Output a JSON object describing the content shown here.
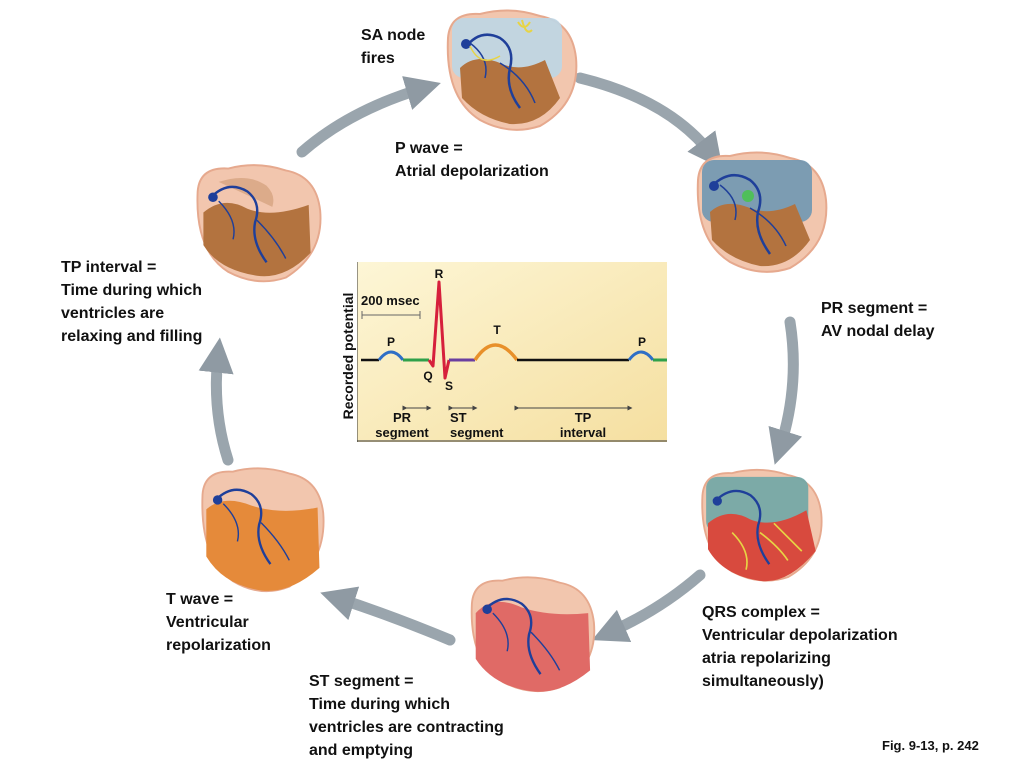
{
  "cycle_labels": {
    "sa_node": "SA node\nfires",
    "p_wave": "P wave =\nAtrial depolarization",
    "pr_segment": "PR segment =\nAV nodal delay",
    "qrs": "QRS complex =\nVentricular depolarization\natria repolarizing\nsimultaneously)",
    "st_segment": "ST segment =\nTime during which\nventricles are contracting\nand emptying",
    "t_wave": "T wave =\nVentricular\nrepolarization",
    "tp_interval": "TP interval =\nTime during which\nventricles are\nrelaxing and filling"
  },
  "ecg": {
    "ylabel": "Recorded potential",
    "scale_label": "200 msec",
    "wave_letters": {
      "p1": "P",
      "q": "Q",
      "r": "R",
      "s": "S",
      "t": "T",
      "p2": "P"
    },
    "intervals": {
      "pr": "PR\nsegment",
      "st": "ST\nsegment",
      "tp": "TP\ninterval"
    },
    "colors": {
      "background": "#fbf1c4",
      "p_wave": "#2f6fc6",
      "pr_segment": "#2fa04a",
      "qrs": "#d6203c",
      "st_segment": "#6a3fa0",
      "t_wave": "#e8902a",
      "baseline": "#111111"
    }
  },
  "footer": "Fig. 9-13, p. 242",
  "colors": {
    "arrow": "#8f9aa3",
    "heart_outline": "#e9b89a",
    "heart_muscle": "#b8743f",
    "conduction": "#1f3f9a"
  }
}
